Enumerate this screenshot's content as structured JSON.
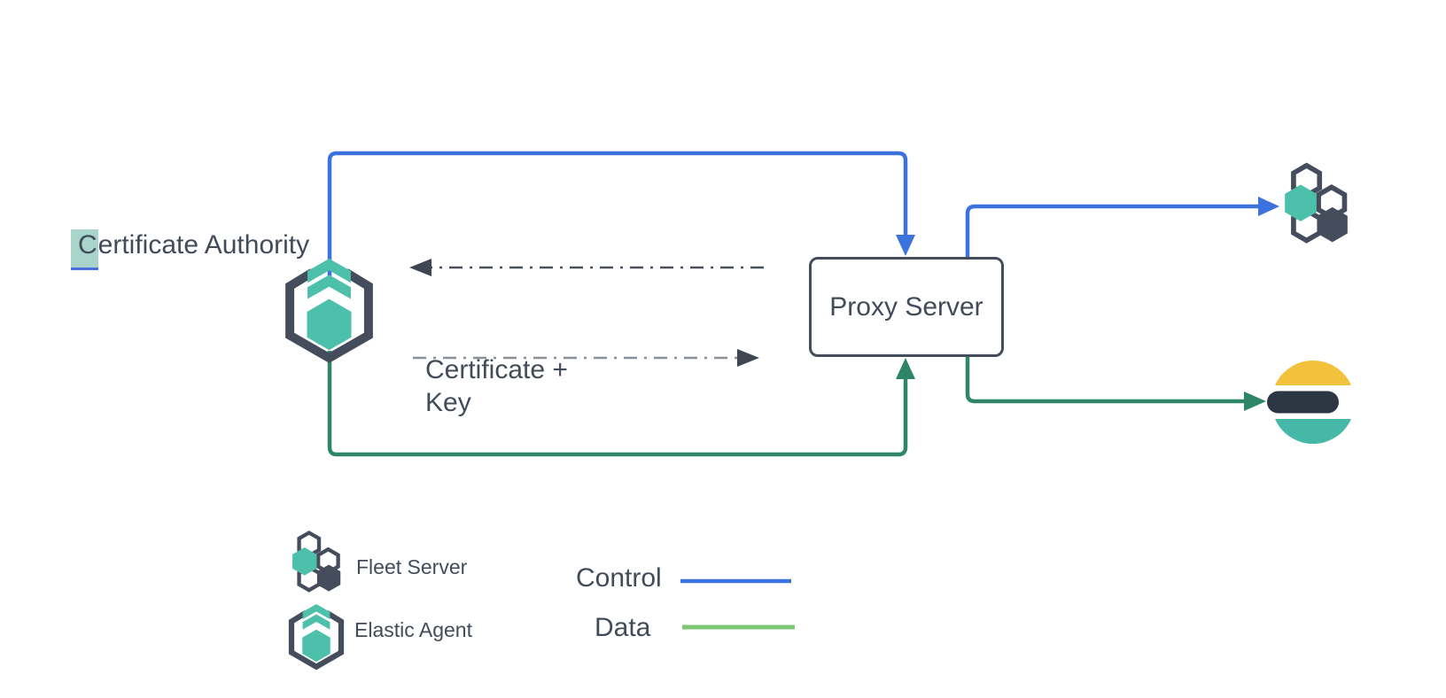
{
  "canvas": {
    "background": "#ffffff"
  },
  "colors": {
    "control_blue": "#3b72de",
    "data_green": "#2f8568",
    "legend_data_green": "#7cc674",
    "dark_slate": "#454d5c",
    "text": "#414b5a",
    "teal": "#4dc0ab",
    "es_yellow": "#f2c23c",
    "es_teal": "#46b8a9",
    "es_dark": "#2d3643",
    "dash_dark": "#49505c",
    "dash_light": "#8a9097",
    "arrowhead_dark": "#3f4652",
    "selection_highlight": "#a9d4cb",
    "selection_underline": "#4a6fdc"
  },
  "nodes": {
    "certificate_authority": {
      "selected_char": "C",
      "rest": "ertificate Authority"
    },
    "proxy_server": {
      "label": "Proxy Server"
    },
    "certificate_key": {
      "line1": "Certificate +",
      "line2": "Key"
    }
  },
  "legend": {
    "fleet_server_label": "Fleet Server",
    "elastic_agent_label": "Elastic Agent",
    "control_label": "Control",
    "data_label": "Data"
  },
  "icons": {
    "elastic_agent": "elastic-agent-icon",
    "fleet_server": "fleet-server-icon",
    "elasticsearch": "elasticsearch-icon"
  },
  "edges": [
    {
      "name": "control-agent-to-proxy",
      "type": "control",
      "from": "elastic-agent",
      "to": "proxy-server"
    },
    {
      "name": "control-proxy-to-fleet",
      "type": "control",
      "from": "proxy-server",
      "to": "fleet-server"
    },
    {
      "name": "data-agent-to-proxy",
      "type": "data",
      "from": "elastic-agent",
      "to": "proxy-server"
    },
    {
      "name": "data-proxy-to-elasticsearch",
      "type": "data",
      "from": "proxy-server",
      "to": "elasticsearch"
    },
    {
      "name": "cert-proxy-to-agent",
      "type": "certificate-exchange",
      "from": "proxy-server",
      "to": "elastic-agent"
    },
    {
      "name": "cert-agent-to-proxy",
      "type": "certificate-exchange",
      "from": "elastic-agent",
      "to": "proxy-server"
    }
  ]
}
